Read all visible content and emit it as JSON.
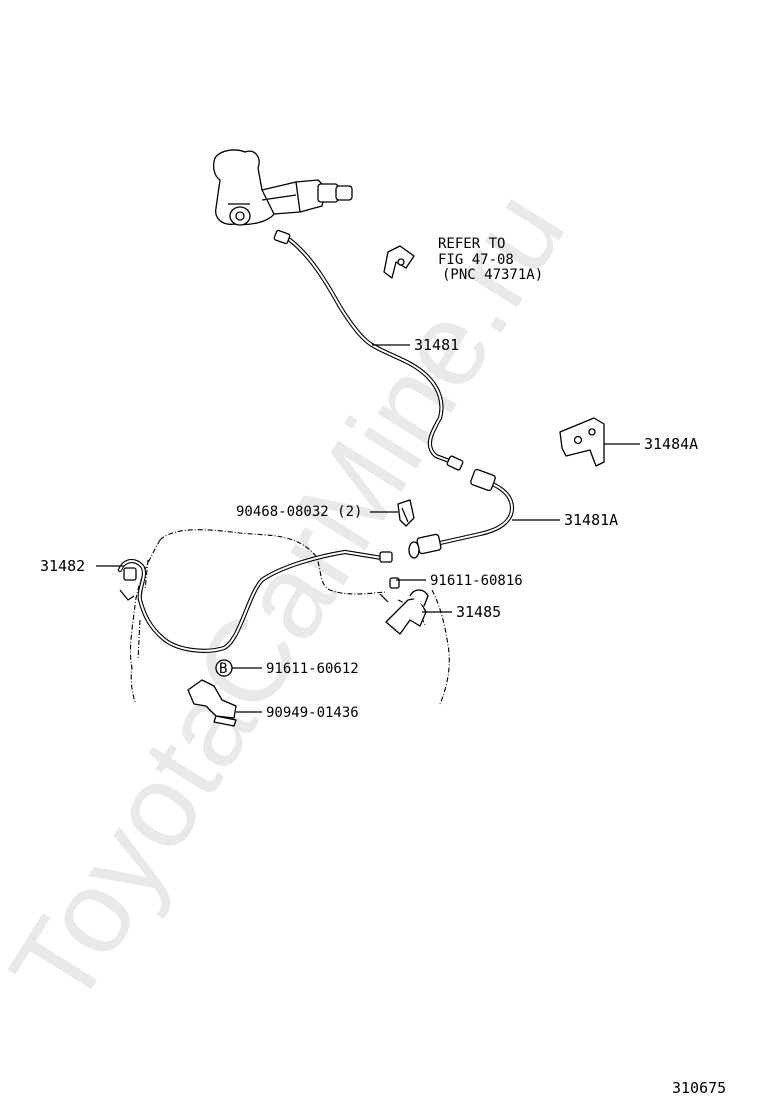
{
  "watermark": "ToyotaCarMine.ru",
  "diagram_number": "310675",
  "note": {
    "line1": "REFER TO",
    "line2": "FIG 47-08",
    "line3": "(PNC 47371A)"
  },
  "callouts": {
    "p31481": "31481",
    "p31484a": "31484A",
    "p31481a": "31481A",
    "p90468": "90468-08032 (2)",
    "p31482": "31482",
    "p91611_60816": "91611-60816",
    "p31485": "31485",
    "p91611_60612": "91611-60612",
    "p90949": "90949-01436",
    "bolt_marker": "B"
  }
}
